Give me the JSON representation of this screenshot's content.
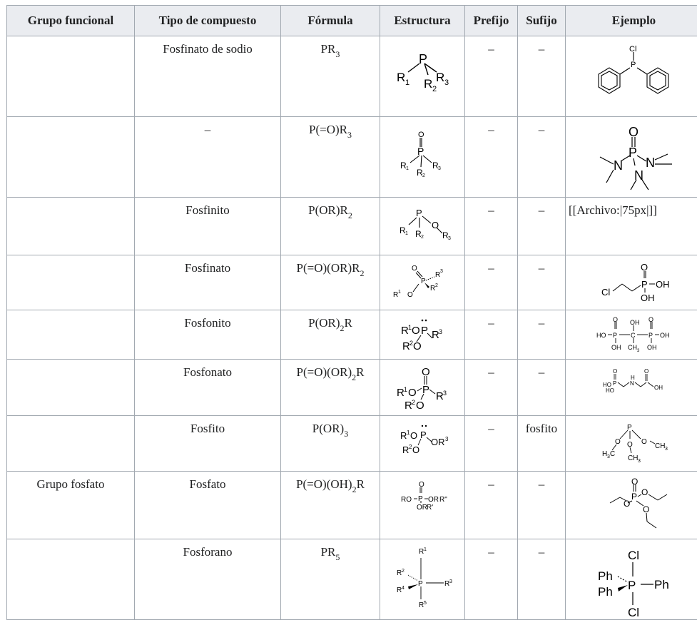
{
  "headers": [
    "Grupo funcional",
    "Tipo de compuesto",
    "Fórmula",
    "Estructura",
    "Prefijo",
    "Sufijo",
    "Ejemplo"
  ],
  "rows": [
    {
      "grupo": "",
      "tipo": "Fosfinato de sodio",
      "formula": [
        [
          "PR",
          ""
        ],
        [
          "3",
          "sub"
        ]
      ],
      "prefijo": "–",
      "sufijo": "–",
      "ejemplo_text": ""
    },
    {
      "grupo": "",
      "tipo": "–",
      "formula": [
        [
          "P(=O)R",
          ""
        ],
        [
          "3",
          "sub"
        ]
      ],
      "prefijo": "–",
      "sufijo": "–",
      "ejemplo_text": ""
    },
    {
      "grupo": "",
      "tipo": "Fosfinito",
      "formula": [
        [
          "P(OR)R",
          ""
        ],
        [
          "2",
          "sub"
        ]
      ],
      "prefijo": "–",
      "sufijo": "–",
      "ejemplo_text": "[[Archivo:|75px|]]"
    },
    {
      "grupo": "",
      "tipo": "Fosfinato",
      "formula": [
        [
          "P(=O)(OR)R",
          ""
        ],
        [
          "2",
          "sub"
        ]
      ],
      "prefijo": "–",
      "sufijo": "–",
      "ejemplo_text": ""
    },
    {
      "grupo": "",
      "tipo": "Fosfonito",
      "formula": [
        [
          "P(OR)",
          ""
        ],
        [
          "2",
          "sub"
        ],
        [
          "R",
          ""
        ]
      ],
      "prefijo": "–",
      "sufijo": "–",
      "ejemplo_text": ""
    },
    {
      "grupo": "",
      "tipo": "Fosfonato",
      "formula": [
        [
          "P(=O)(OR)",
          ""
        ],
        [
          "2",
          "sub"
        ],
        [
          "R",
          ""
        ]
      ],
      "prefijo": "–",
      "sufijo": "–",
      "ejemplo_text": ""
    },
    {
      "grupo": "",
      "tipo": "Fosfito",
      "formula": [
        [
          "P(OR)",
          ""
        ],
        [
          "3",
          "sub"
        ]
      ],
      "prefijo": "–",
      "sufijo": "fosfito",
      "ejemplo_text": ""
    },
    {
      "grupo": "Grupo fosfato",
      "tipo": "Fosfato",
      "formula": [
        [
          "P(=O)(OH)",
          ""
        ],
        [
          "2",
          "sub"
        ],
        [
          "R",
          ""
        ]
      ],
      "prefijo": "–",
      "sufijo": "–",
      "ejemplo_text": ""
    },
    {
      "grupo": "",
      "tipo": "Fosforano",
      "formula": [
        [
          "PR",
          ""
        ],
        [
          "5",
          "sub"
        ]
      ],
      "prefijo": "–",
      "sufijo": "–",
      "ejemplo_text": ""
    }
  ],
  "labels": {
    "P": "P",
    "O": "O",
    "N": "N",
    "Cl": "Cl",
    "Ph": "Ph",
    "HO": "HO",
    "OH": "OH",
    "H": "H",
    "R": "R",
    "sub1": "1",
    "sub2": "2",
    "sub3": "3",
    "sub4": "4",
    "sub5": "5",
    "Rp": "R'",
    "Rpp": "R\"",
    "RO": "RO",
    "OR": "OR",
    "C": "C",
    "CH": "CH",
    "H3C": "H",
    "CH3": "CH"
  }
}
